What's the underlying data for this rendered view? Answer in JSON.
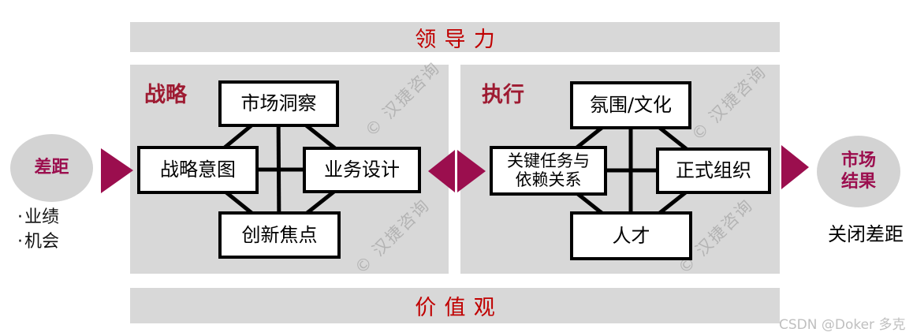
{
  "bars": {
    "leadership": "领导力",
    "values": "价值观"
  },
  "left_panel": {
    "label": "战略",
    "boxes": {
      "market_insight": "市场洞察",
      "strategic_intent": "战略意图",
      "business_design": "业务设计",
      "innovation_focus": "创新焦点"
    }
  },
  "right_panel": {
    "label": "执行",
    "boxes": {
      "atmosphere_culture": "氛围/文化",
      "key_tasks_line1": "关键任务与",
      "key_tasks_line2": "依赖关系",
      "formal_organization": "正式组织",
      "talent": "人才"
    }
  },
  "gap": {
    "label": "差距",
    "bullets": [
      {
        "marker": "·",
        "label": "业绩"
      },
      {
        "marker": "·",
        "label": "机会"
      }
    ]
  },
  "result": {
    "line1": "市场",
    "line2": "结果",
    "caption": "关闭差距"
  },
  "watermark": "© 汉捷咨询",
  "credit": "CSDN @Doker 多克",
  "colors": {
    "accent_crimson": "#9B0E4E",
    "label_maroon": "#9E1B32",
    "bar_red": "#C00000",
    "panel_gray": "#D8D8D8"
  }
}
